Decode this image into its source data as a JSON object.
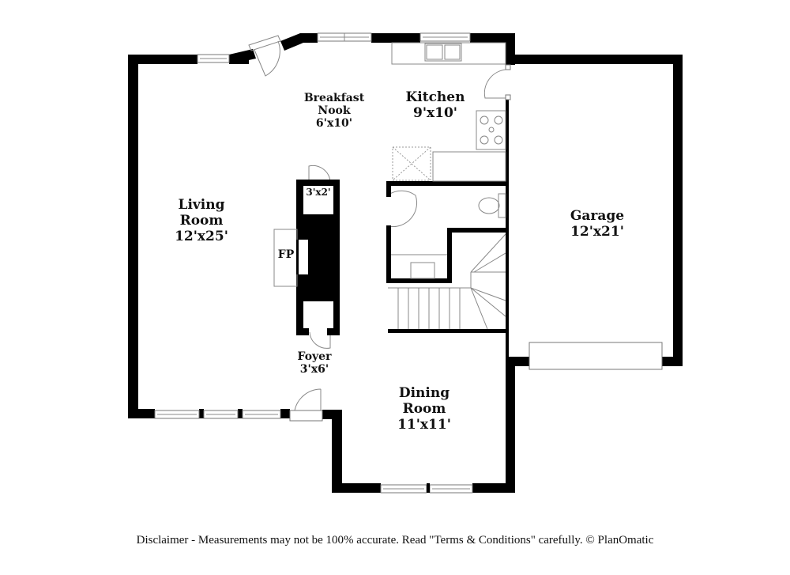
{
  "plan": {
    "wall_color": "#000000",
    "background": "#ffffff",
    "rooms": [
      {
        "id": "breakfast-nook",
        "name_lines": [
          "Breakfast",
          "Nook"
        ],
        "size": "6'x10'"
      },
      {
        "id": "kitchen",
        "name_lines": [
          "Kitchen"
        ],
        "size": "9'x10'"
      },
      {
        "id": "living-room",
        "name_lines": [
          "Living",
          "Room"
        ],
        "size": "12'x25'"
      },
      {
        "id": "closet",
        "name_lines": [],
        "size": "3'x2'"
      },
      {
        "id": "fireplace",
        "name_lines": [
          "FP"
        ],
        "size": ""
      },
      {
        "id": "garage",
        "name_lines": [
          "Garage"
        ],
        "size": "12'x21'"
      },
      {
        "id": "foyer",
        "name_lines": [
          "Foyer"
        ],
        "size": "3'x6'"
      },
      {
        "id": "dining-room",
        "name_lines": [
          "Dining",
          "Room"
        ],
        "size": "11'x11'"
      }
    ]
  },
  "labels": {
    "breakfast_1": "Breakfast",
    "breakfast_2": "Nook",
    "breakfast_size": "6'x10'",
    "kitchen_1": "Kitchen",
    "kitchen_size": "9'x10'",
    "living_1": "Living",
    "living_2": "Room",
    "living_size": "12'x25'",
    "closet_size": "3'x2'",
    "fireplace": "FP",
    "garage_1": "Garage",
    "garage_size": "12'x21'",
    "foyer_1": "Foyer",
    "foyer_size": "3'x6'",
    "dining_1": "Dining",
    "dining_2": "Room",
    "dining_size": "11'x11'"
  },
  "footer": {
    "disclaimer": "Disclaimer - Measurements may not be 100% accurate. Read \"Terms & Conditions\" carefully. © PlanOmatic"
  }
}
